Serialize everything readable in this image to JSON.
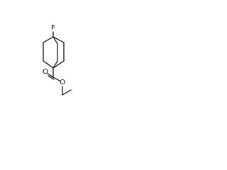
{
  "molecule": {
    "atoms": {
      "fluorine": "F",
      "carbonyl_oxygen": "O",
      "ester_oxygen": "O"
    },
    "colors": {
      "bond": "#000000",
      "label": "#000000",
      "background": "#ffffff"
    }
  }
}
